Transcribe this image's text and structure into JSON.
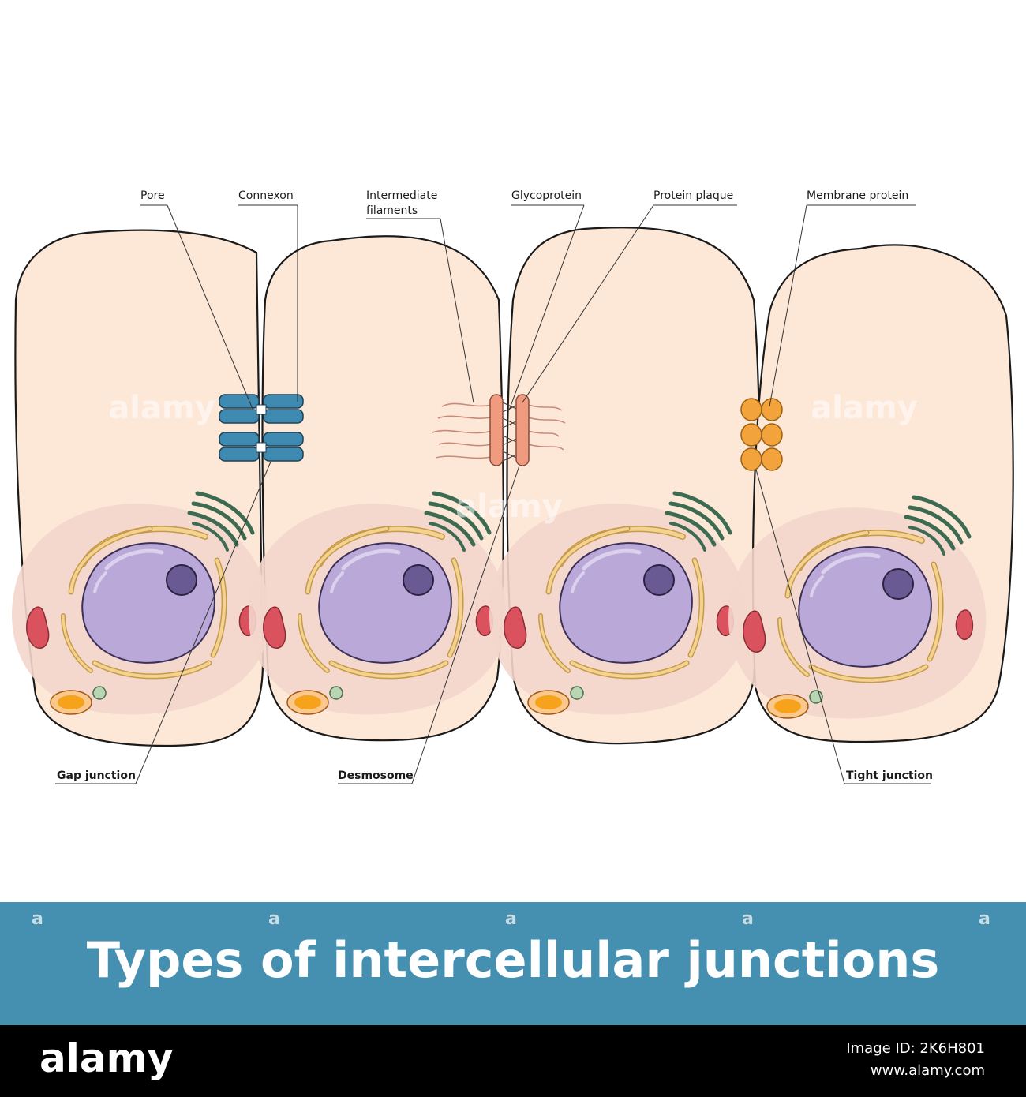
{
  "labels": {
    "pore": "Pore",
    "connexon": "Connexon",
    "intermediate_1": "Intermediate",
    "intermediate_2": "filaments",
    "glycoprotein": "Glycoprotein",
    "protein_plaque": "Protein plaque",
    "membrane_protein": "Membrane protein",
    "gap_junction": "Gap junction",
    "desmosome": "Desmosome",
    "tight_junction": "Tight junction"
  },
  "title": "Types of intercellular junctions",
  "watermark": "alamy",
  "banner_mark": "a",
  "footer": {
    "logo": "alamy",
    "image_id": "Image ID: 2K6H801",
    "site": "www.alamy.com"
  },
  "colors": {
    "cell_fill": "#fde8d8",
    "cytoplasm_zone": "#f3d6cc",
    "nucleus": "#b9a8d8",
    "nucleolus": "#6a5a94",
    "er": "#f4d28f",
    "golgi": "#3c6b52",
    "mitochondria": "#d9525e",
    "lysosome": "#f7a21b",
    "vesicle": "#b9d6b4",
    "connexon": "#3e8ab0",
    "desmosome_plaque": "#f09a80",
    "tight_protein": "#f2a33c",
    "banner": "#4590b1"
  }
}
